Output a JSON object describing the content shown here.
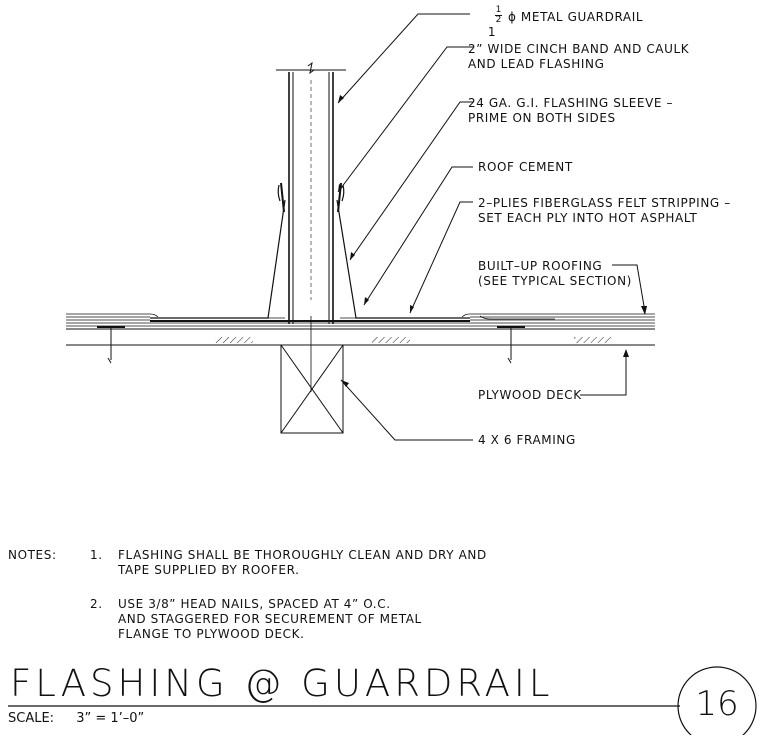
{
  "labels": {
    "guardrail_lead": "1",
    "guardrail_frac_num": "1",
    "guardrail_frac_den": "2",
    "guardrail_rest": "ϕ METAL GUARDRAIL",
    "cinch_band": "2” WIDE CINCH BAND AND CAULK\nAND LEAD FLASHING",
    "flashing_sleeve": "24 GA. G.I. FLASHING SLEEVE –\nPRIME ON BOTH SIDES",
    "roof_cement": "ROOF CEMENT",
    "felt_stripping": "2–PLIES FIBERGLASS FELT STRIPPING –\nSET EACH PLY INTO HOT ASPHALT",
    "built_up_roofing": "BUILT–UP ROOFING\n(SEE TYPICAL SECTION)",
    "plywood_deck": "PLYWOOD DECK",
    "framing": "4 X 6 FRAMING"
  },
  "notes": {
    "heading": "NOTES:",
    "items": [
      {
        "num": "1.",
        "text": "FLASHING SHALL BE THOROUGHLY CLEAN AND DRY AND\nTAPE SUPPLIED BY ROOFER."
      },
      {
        "num": "2.",
        "text": "USE 3/8” HEAD NAILS, SPACED AT 4” O.C.\nAND STAGGERED FOR SECUREMENT OF METAL\nFLANGE TO PLYWOOD DECK."
      }
    ]
  },
  "title_block": {
    "title": "FLASHING @ GUARDRAIL",
    "scale_label": "SCALE:",
    "scale_value": "3” = 1’–0”",
    "detail_number": "16"
  }
}
